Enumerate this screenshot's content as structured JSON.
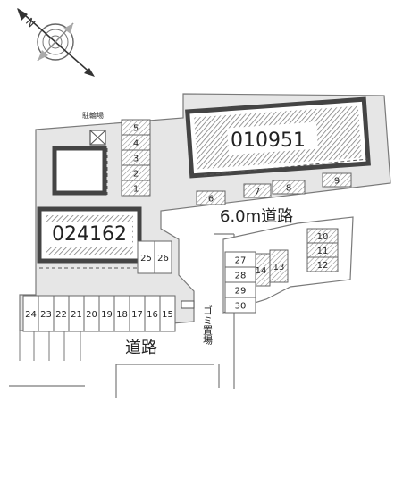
{
  "compass": {
    "north_label": "N",
    "icon": "compass-icon"
  },
  "buildings": [
    {
      "id": "building-010951",
      "label": "010951"
    },
    {
      "id": "building-024162",
      "label": "024162"
    }
  ],
  "facilities": {
    "bicycle_parking_label": "駐輪場",
    "garbage_area_label": "ゴミ置場"
  },
  "roads": {
    "main_road_label": "6.0m道路",
    "road_label": "道路"
  },
  "parking": {
    "column_stack": [
      "5",
      "4",
      "3",
      "2",
      "1"
    ],
    "top_row": [
      "6",
      "7",
      "8",
      "9"
    ],
    "right_stack_upper": [
      "10",
      "11",
      "12"
    ],
    "right_pair": [
      "14",
      "13"
    ],
    "right_stack_lower": [
      "27",
      "28",
      "29",
      "30"
    ],
    "middle_pair": [
      "25",
      "26"
    ],
    "bottom_row": [
      "24",
      "23",
      "22",
      "21",
      "20",
      "19",
      "18",
      "17",
      "16",
      "15"
    ]
  },
  "colors": {
    "lot_fill": "#e6e6e6",
    "outline": "#7a7a7a",
    "hatch": "#6f6f6f",
    "building_border": "#444444"
  }
}
